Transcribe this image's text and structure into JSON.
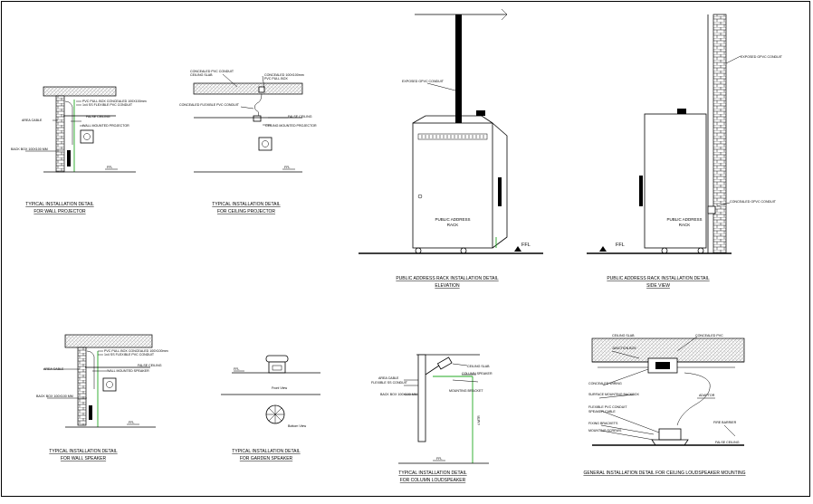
{
  "drawing": {
    "details": [
      {
        "id": "wall-projector",
        "caption_line1": "TYPICAL INSTALLATION DETAIL",
        "caption_line2": "FOR WALL PROJECTOR",
        "notes": [
          "PVC PULL BOX CONCEALED 100X100mm",
          "1x4 SS FLEXIBLE PVC CONDUIT",
          "AREA CABLE",
          "WALL MOUNTED PROJECTOR",
          "FALSE CEILING",
          "BACK BOX 100X100 MM"
        ],
        "level": "FFL"
      },
      {
        "id": "ceiling-projector",
        "caption_line1": "TYPICAL INSTALLATION DETAIL",
        "caption_line2": "FOR CEILING PROJECTOR",
        "notes": [
          "CONCEALED PVC CONDUIT",
          "CEILING SLAB",
          "CONCEALED 100X100mm",
          "PVC PULL BOX",
          "CONCEALED FLEXIBLE PVC CONDUIT",
          "FALSE CEILING",
          "CEILING MOUNTED PROJECTOR"
        ],
        "level": "FFL"
      },
      {
        "id": "pa-rack-elevation",
        "caption_line1": "PUBLIC ADDRESS RACK INSTALLATION DETAIL",
        "caption_line2": "ELEVATION",
        "notes": [
          "EXPOSED GPVC CONDUIT",
          "PUBLIC ADDRESS",
          "RACK"
        ],
        "level": "FFL"
      },
      {
        "id": "pa-rack-side",
        "caption_line1": "PUBLIC ADDRESS RACK INSTALLATION DETAIL",
        "caption_line2": "SIDE VIEW",
        "notes": [
          "EXPOSED GPVC CONDUIT",
          "PUBLIC ADDRESS",
          "RACK",
          "CONCEALED GPVC CONDUIT"
        ],
        "level": "FFL"
      },
      {
        "id": "wall-speaker",
        "caption_line1": "TYPICAL INSTALLATION DETAIL",
        "caption_line2": "FOR WALL SPEAKER",
        "notes": [
          "PVC PULL BOX CONCEALED 100X100mm",
          "1x4 SS FLEXIBLE PVC CONDUIT",
          "AREA CABLE",
          "WALL MOUNTED SPEAKER",
          "FALSE CEILING",
          "BACK BOX 100X100 MM"
        ],
        "level": "FFL"
      },
      {
        "id": "garden-speaker",
        "caption_line1": "TYPICAL INSTALLATION DETAIL",
        "caption_line2": "FOR GARDEN SPEAKER",
        "notes": [
          "Front View",
          "Bottom View"
        ],
        "level": "FFL"
      },
      {
        "id": "column-loudspeaker",
        "caption_line1": "TYPICAL INSTALLATION DETAIL",
        "caption_line2": "FOR COLUMN LOUDSPEAKER",
        "notes": [
          "AREA CABLE",
          "FLEXIBLE SS CONDUIT",
          "BACK BOX 100X100 MM",
          "CEILING SLAB",
          "COLUMN SPEAKER",
          "MOUNTING BRACKET",
          "4 MTR"
        ],
        "level": "FFL"
      },
      {
        "id": "ceiling-loudspeaker",
        "caption_line1": "GENERAL INSTALLATION DETAIL FOR CEILING LOUDSPEAKER MOUNTING",
        "notes": [
          "CEILING SLAB",
          "CONCEALED PVC",
          "JUNCTION BOX",
          "CONCEALED WIRING",
          "SURFACE MOUNTING BACKBOX",
          "FLEXIBLE PVC CONDUIT",
          "SPEAKER CABLE",
          "FIRE BARRIER",
          "FIXING BRACKETS",
          "MOUNTING SCREWS",
          "FALSE CEILING",
          "ADAPTOR"
        ]
      }
    ]
  }
}
